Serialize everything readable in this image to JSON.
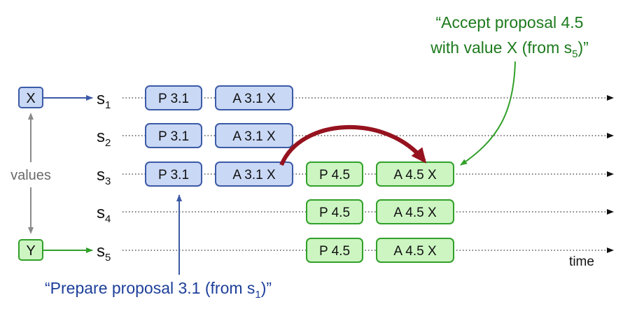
{
  "values_label": "values",
  "value_top": "X",
  "value_bottom": "Y",
  "time_label": "time",
  "colors": {
    "blue_fill": "#c9d8f5",
    "blue_stroke": "#3c5aa6",
    "green_fill": "#ccf5c2",
    "green_stroke": "#32a02a",
    "red_arrow": "#96121f",
    "accept_text": "#1d7a1d",
    "prepare_text": "#1d3f9a",
    "grey": "#8a8a8a"
  },
  "servers": [
    {
      "base": "s",
      "sub": "1",
      "boxes": [
        {
          "label": "P 3.1",
          "color": "blue"
        },
        {
          "label": "A 3.1 X",
          "color": "blue"
        }
      ]
    },
    {
      "base": "s",
      "sub": "2",
      "boxes": [
        {
          "label": "P 3.1",
          "color": "blue"
        },
        {
          "label": "A 3.1 X",
          "color": "blue"
        }
      ]
    },
    {
      "base": "s",
      "sub": "3",
      "boxes": [
        {
          "label": "P 3.1",
          "color": "blue"
        },
        {
          "label": "A 3.1 X",
          "color": "blue"
        },
        {
          "label": "P 4.5",
          "color": "green"
        },
        {
          "label": "A 4.5 X",
          "color": "green"
        }
      ]
    },
    {
      "base": "s",
      "sub": "4",
      "boxes": [
        {
          "label": "P 4.5",
          "color": "green"
        },
        {
          "label": "A 4.5 X",
          "color": "green"
        }
      ]
    },
    {
      "base": "s",
      "sub": "5",
      "boxes": [
        {
          "label": "P 4.5",
          "color": "green"
        },
        {
          "label": "A 4.5 X",
          "color": "green"
        }
      ]
    }
  ],
  "accept_annotation": {
    "line1": "“Accept proposal 4.5",
    "line2_prefix": "with value X (from s",
    "line2_sub": "5",
    "line2_suffix": ")”"
  },
  "prepare_annotation": {
    "prefix": "“Prepare proposal 3.1 (from s",
    "sub": "1",
    "suffix": ")”"
  }
}
